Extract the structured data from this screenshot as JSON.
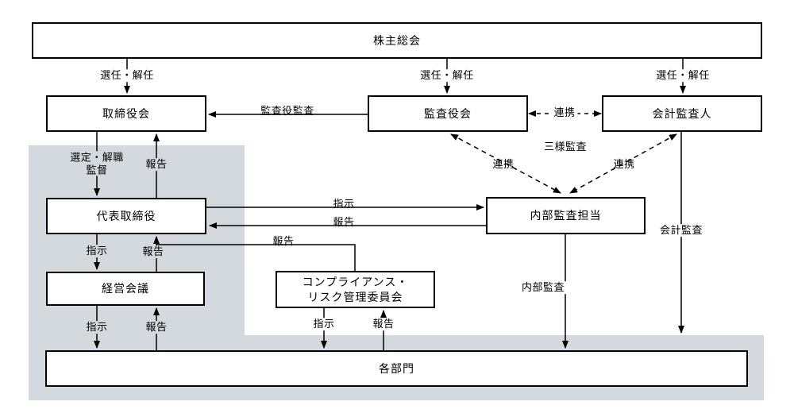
{
  "diagram": {
    "nodes": {
      "shareholders_meeting": "株主総会",
      "board_of_directors": "取締役会",
      "audit_and_supervisory_board": "監査役会",
      "accounting_auditor": "会計監査人",
      "representative_director": "代表取締役",
      "internal_audit_staff": "内部監査担当",
      "management_meeting": "経営会議",
      "compliance_committee_line1": "コンプライアンス・",
      "compliance_committee_line2": "リスク管理委員会",
      "departments": "各部門"
    },
    "edge_labels": {
      "appointment_dismissal": "選任・解任",
      "audit_by_auditors": "監査役監査",
      "cooperation": "連携",
      "three_way_audit": "三様監査",
      "selection_dismissal": "選定・解職",
      "supervision": "監督",
      "report": "報告",
      "instruction": "指示",
      "accounting_audit": "会計監査",
      "internal_audit": "内部監査"
    },
    "colors": {
      "zone_background": "#d4d9dd",
      "line": "#000000",
      "box_fill": "#ffffff",
      "box_border": "#000000"
    }
  }
}
